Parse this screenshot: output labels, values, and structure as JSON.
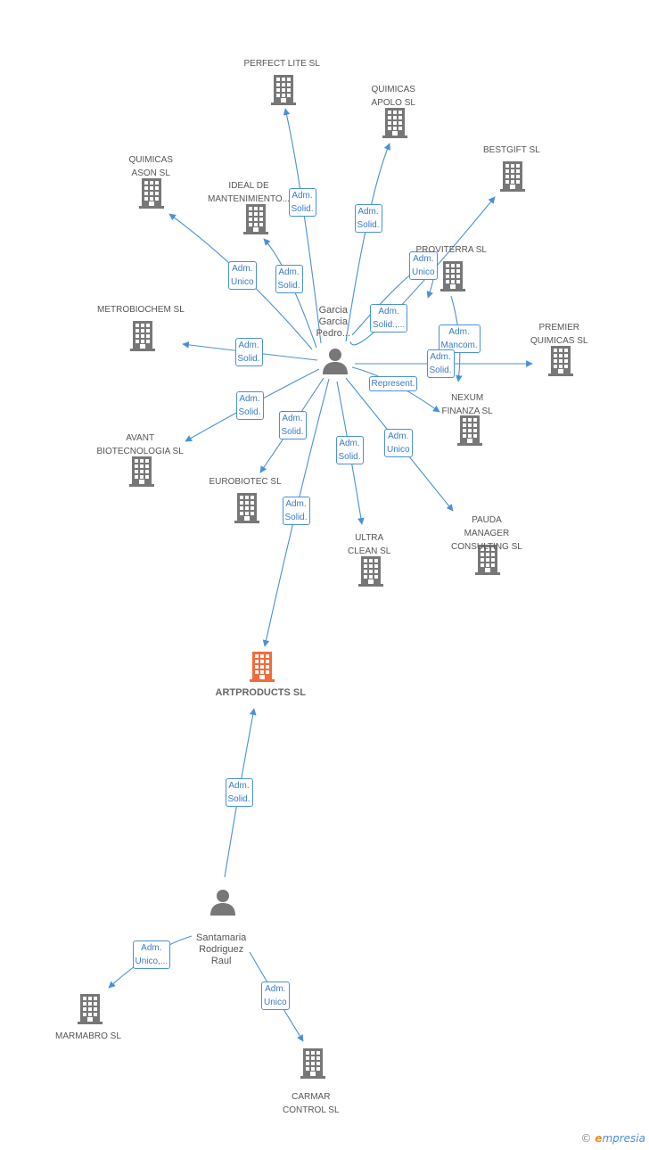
{
  "colors": {
    "edge": "#4a90d9",
    "building": "#777777",
    "main_building": "#f26b3a",
    "person": "#777777"
  },
  "nodes": {
    "perfect_lite": {
      "type": "company",
      "label": [
        "PERFECT LITE SL"
      ]
    },
    "quimicas_apolo": {
      "type": "company",
      "label": [
        "QUIMICAS",
        "APOLO SL"
      ]
    },
    "bestgift": {
      "type": "company",
      "label": [
        "BESTGIFT SL"
      ]
    },
    "quimicas_ason": {
      "type": "company",
      "label": [
        "QUIMICAS",
        "ASON SL"
      ]
    },
    "ideal": {
      "type": "company",
      "label": [
        "IDEAL DE",
        "MANTENIMIENTO..."
      ]
    },
    "proviterra": {
      "type": "company",
      "label": [
        "PROVITERRA SL"
      ]
    },
    "metrobiochem": {
      "type": "company",
      "label": [
        "METROBIOCHEM SL"
      ]
    },
    "premier": {
      "type": "company",
      "label": [
        "PREMIER",
        "QUIMICAS SL"
      ]
    },
    "garcia": {
      "type": "person",
      "label": [
        "Garcia",
        "Garcia",
        "Pedro..."
      ]
    },
    "nexum": {
      "type": "company",
      "label": [
        "NEXUM",
        "FINANZA  SL"
      ]
    },
    "avant": {
      "type": "company",
      "label": [
        "AVANT",
        "BIOTECNOLOGIA SL"
      ]
    },
    "eurobiotec": {
      "type": "company",
      "label": [
        "EUROBIOTEC SL"
      ]
    },
    "pauda": {
      "type": "company",
      "label": [
        "PAUDA",
        "MANAGER",
        "CONSULTING SL"
      ]
    },
    "ultra_clean": {
      "type": "company",
      "label": [
        "ULTRA",
        "CLEAN SL"
      ]
    },
    "artproducts": {
      "type": "main",
      "label": [
        "ARTPRODUCTS SL"
      ]
    },
    "santamaria": {
      "type": "person",
      "label": [
        "Santamaria",
        "Rodriguez",
        "Raul"
      ]
    },
    "marmabro": {
      "type": "company",
      "label": [
        "MARMABRO SL"
      ]
    },
    "carmar": {
      "type": "company",
      "label": [
        "CARMAR",
        "CONTROL SL"
      ]
    }
  },
  "edges": [
    {
      "from": "garcia",
      "to": "perfect_lite",
      "label": [
        "Adm.",
        "Solid."
      ]
    },
    {
      "from": "garcia",
      "to": "quimicas_apolo",
      "label": [
        "Adm.",
        "Solid."
      ]
    },
    {
      "from": "garcia",
      "to": "quimicas_ason",
      "label": [
        "Adm.",
        "Unico"
      ]
    },
    {
      "from": "garcia",
      "to": "ideal",
      "label": [
        "Adm.",
        "Solid."
      ]
    },
    {
      "from": "garcia",
      "to": "bestgift",
      "label": [
        "Adm.",
        "Solid.,..."
      ]
    },
    {
      "from": "garcia",
      "to": "proviterra",
      "label": [
        "Adm.",
        "Unico"
      ]
    },
    {
      "from": "garcia",
      "to": "nexum",
      "label": [
        "Adm.",
        "Mancom."
      ]
    },
    {
      "from": "garcia",
      "to": "premier",
      "label": [
        "Adm.",
        "Solid."
      ]
    },
    {
      "from": "garcia",
      "to": "metrobiochem",
      "label": [
        "Adm.",
        "Solid."
      ]
    },
    {
      "from": "garcia",
      "to": "nexum",
      "label": [
        "Represent."
      ]
    },
    {
      "from": "garcia",
      "to": "avant",
      "label": [
        "Adm.",
        "Solid."
      ]
    },
    {
      "from": "garcia",
      "to": "eurobiotec",
      "label": [
        "Adm.",
        "Solid."
      ]
    },
    {
      "from": "garcia",
      "to": "ultra_clean",
      "label": [
        "Adm.",
        "Solid."
      ]
    },
    {
      "from": "garcia",
      "to": "pauda",
      "label": [
        "Adm.",
        "Unico"
      ]
    },
    {
      "from": "garcia",
      "to": "artproducts",
      "label": [
        "Adm.",
        "Solid."
      ]
    },
    {
      "from": "santamaria",
      "to": "artproducts",
      "label": [
        "Adm.",
        "Solid."
      ]
    },
    {
      "from": "santamaria",
      "to": "marmabro",
      "label": [
        "Adm.",
        "Unico,..."
      ]
    },
    {
      "from": "santamaria",
      "to": "carmar",
      "label": [
        "Adm.",
        "Unico"
      ]
    }
  ],
  "footer": {
    "copyright": "©",
    "brand_initial": "e",
    "brand_rest": "mpresia"
  }
}
